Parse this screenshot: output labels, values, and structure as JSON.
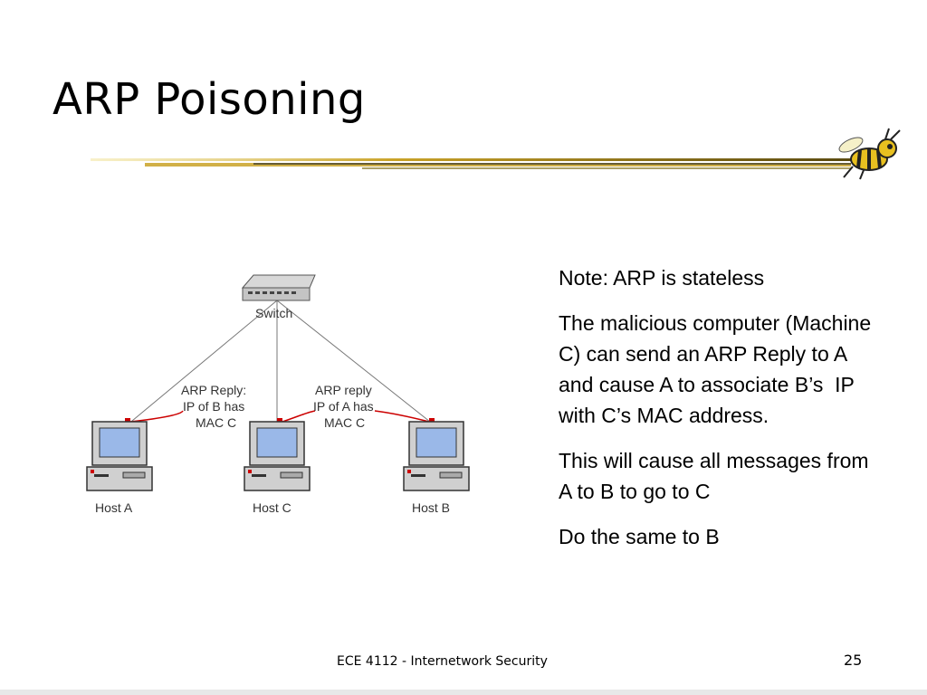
{
  "slide": {
    "title": "ARP Poisoning",
    "footer": "ECE 4112 - Internetwork Security",
    "page_number": "25"
  },
  "diagram": {
    "switch_label": "Switch",
    "hosts": [
      {
        "label": "Host A"
      },
      {
        "label": "Host C"
      },
      {
        "label": "Host B"
      }
    ],
    "reply_left": [
      "ARP Reply:",
      "IP of B has",
      "MAC C"
    ],
    "reply_right": [
      "ARP reply",
      "IP of A has",
      "MAC C"
    ]
  },
  "notes": [
    "Note: ARP is stateless",
    "The malicious computer (Machine C) can send an ARP Reply to A and cause A to associate B’s  IP with C’s MAC address.",
    "This will cause all messages from A to B to go to C",
    "Do the same to B"
  ],
  "colors": {
    "rule_gold": "#c9a227",
    "rule_dark": "#3a3a2a",
    "reply_arrow": "#cc0000",
    "screen_blue": "#9ab8e8"
  }
}
